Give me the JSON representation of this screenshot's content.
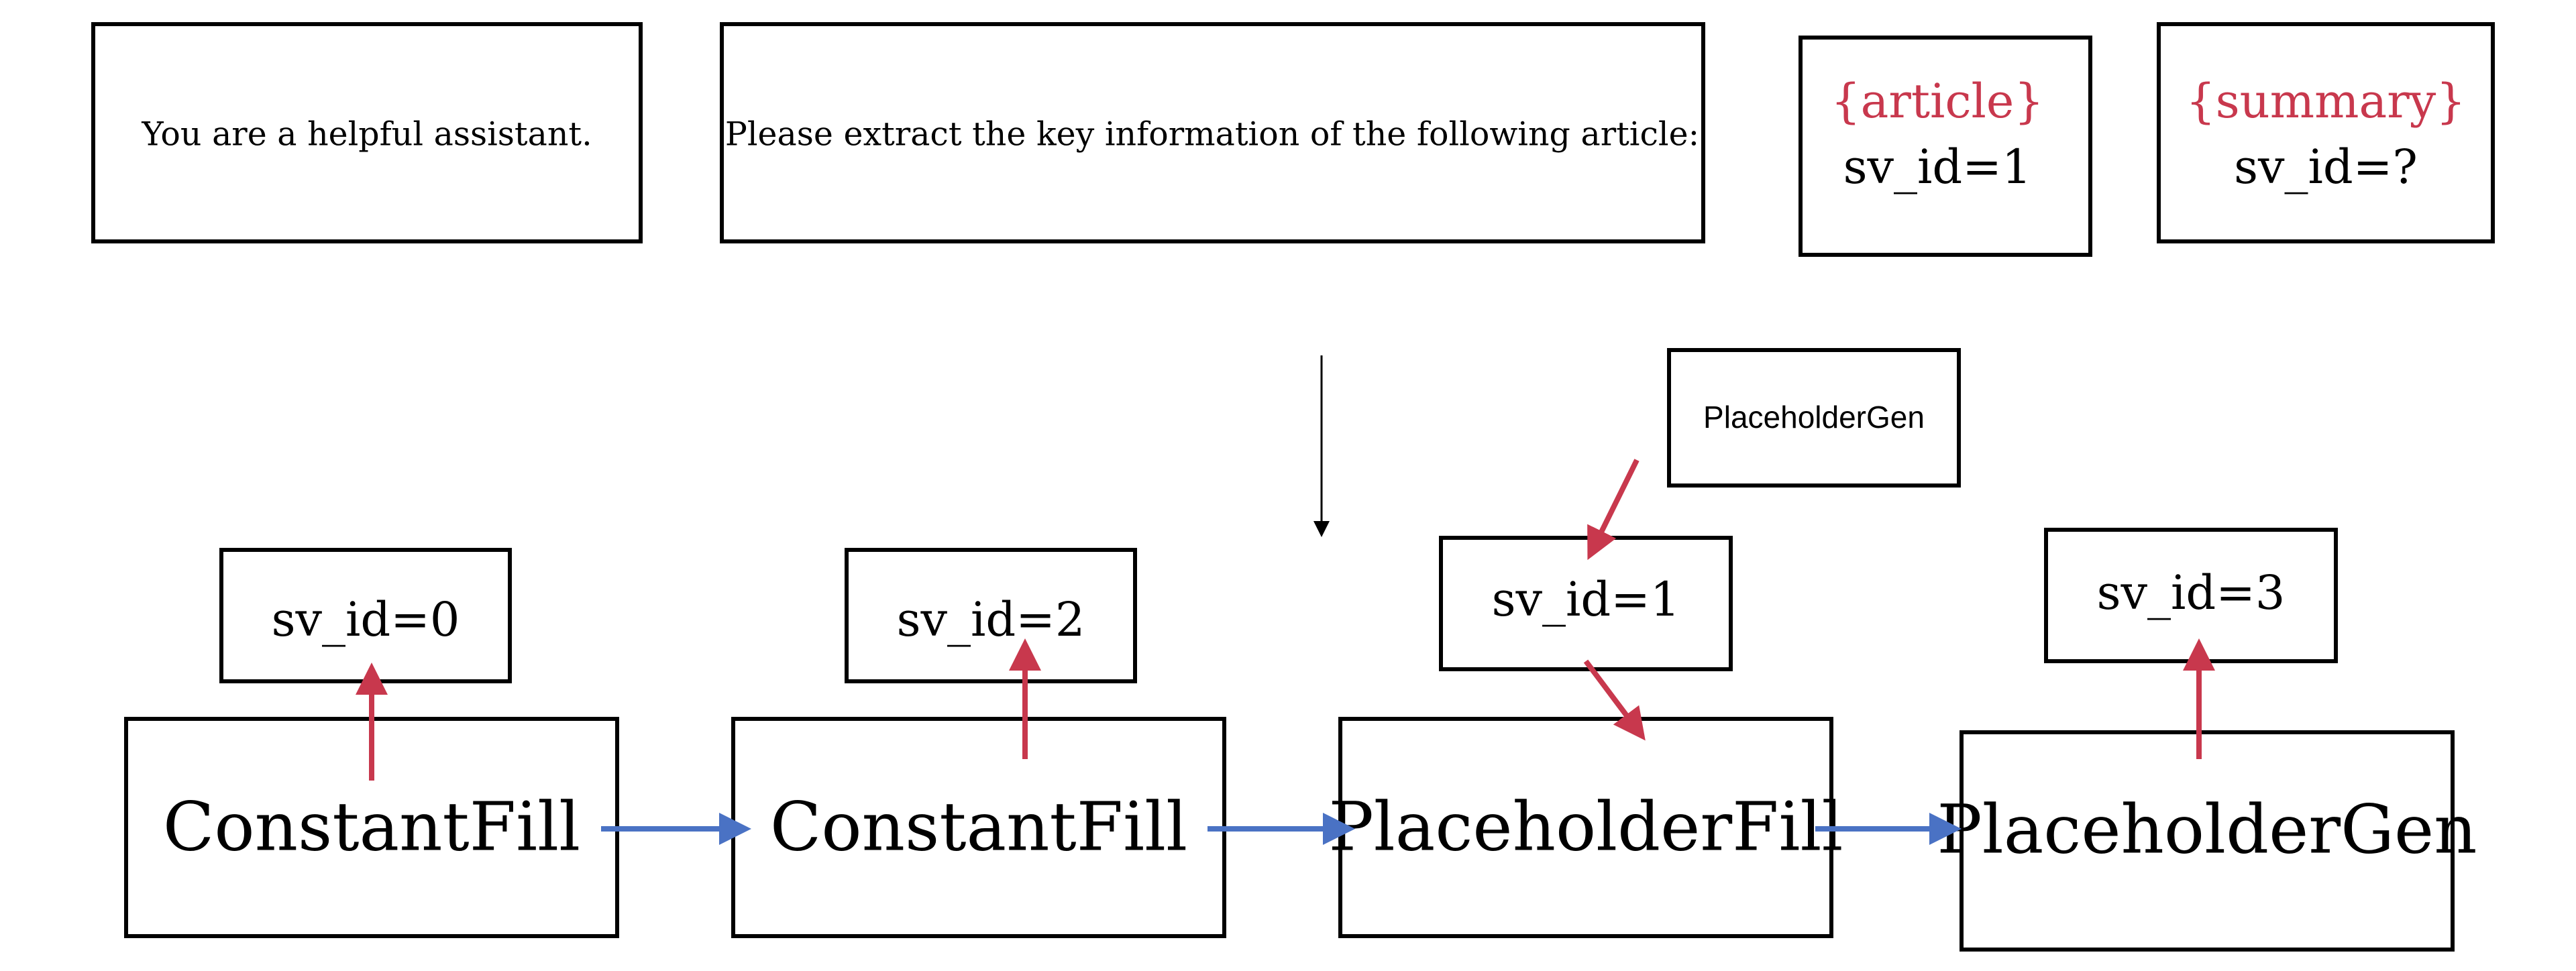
{
  "prompt_segments": [
    {
      "text": "You are a helpful assistant."
    },
    {
      "text": "Please extract the key information of the following article:"
    },
    {
      "placeholder": "{article}",
      "id_label": "sv_id=1"
    },
    {
      "placeholder": "{summary}",
      "id_label": "sv_id=?"
    }
  ],
  "operations": [
    {
      "label": "ConstantFill",
      "sv_label": "sv_id=0"
    },
    {
      "label": "ConstantFill",
      "sv_label": "sv_id=2"
    },
    {
      "label": "PlaceholderFill",
      "sv_label": "sv_id=1",
      "source_label": "PlaceholderGen"
    },
    {
      "label": "PlaceholderGen",
      "sv_label": "sv_id=3"
    }
  ],
  "colors": {
    "placeholder_text": "#c8384d",
    "sv_arrow": "#c8384d",
    "flow_arrow": "#4a72c4",
    "stroke": "#000000"
  }
}
